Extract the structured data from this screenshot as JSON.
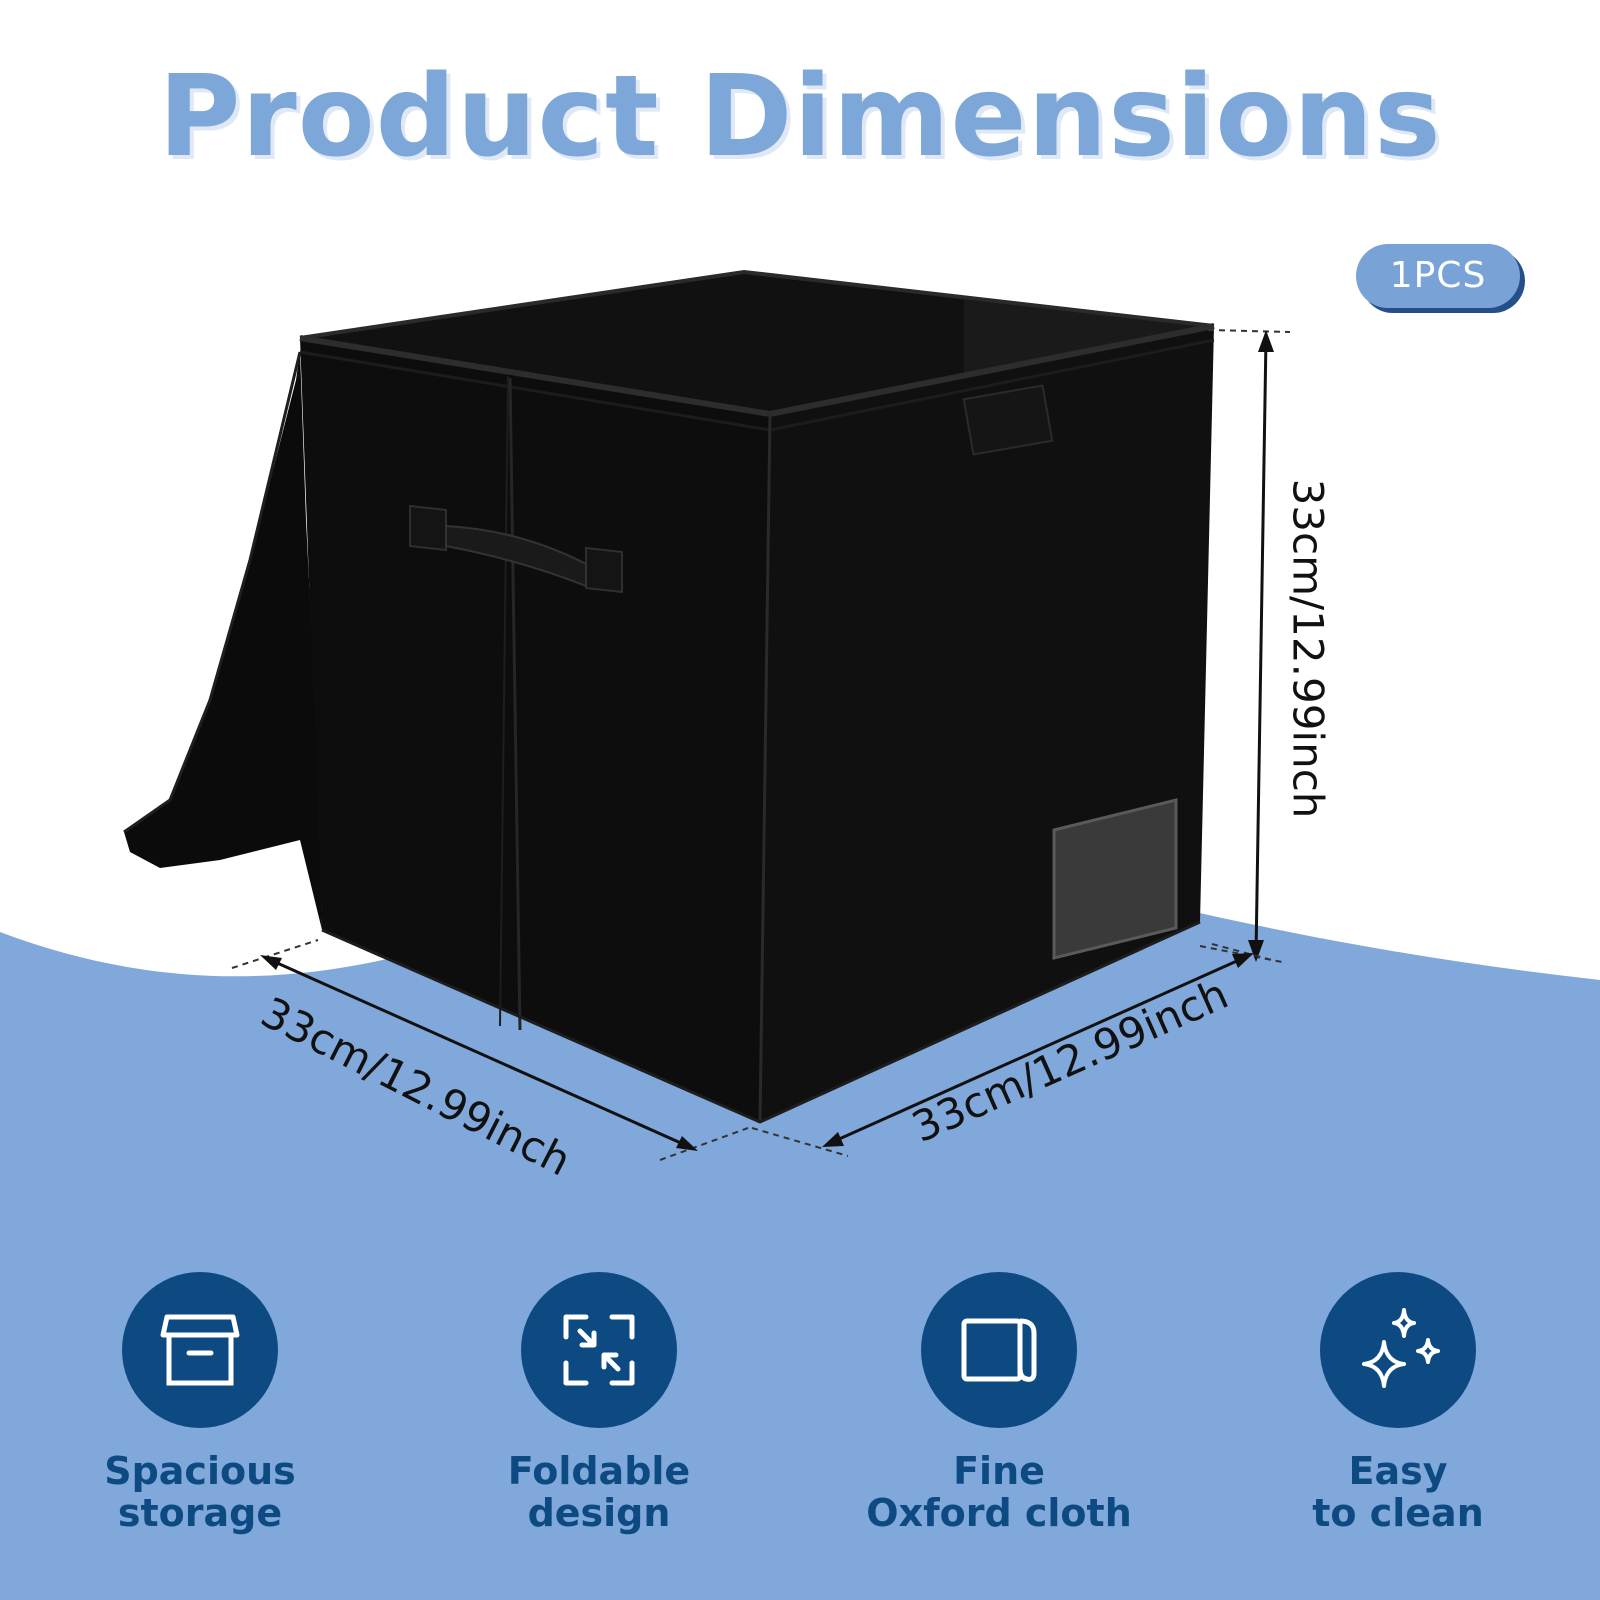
{
  "title": "Product Dimensions",
  "badge": "1PCS",
  "dimensions": {
    "height": "33cm/12.99inch",
    "length": "33cm/12.99inch",
    "width": "33cm/12.99inch"
  },
  "features": [
    {
      "icon": "box-icon",
      "label": "Spacious\nstorage"
    },
    {
      "icon": "fold-arrows-icon",
      "label": "Foldable\ndesign"
    },
    {
      "icon": "fabric-roll-icon",
      "label": "Fine\nOxford cloth"
    },
    {
      "icon": "sparkle-icon",
      "label": "Easy\nto clean"
    }
  ],
  "colors": {
    "accent": "#7ea7d9",
    "background_wave": "#80a8da",
    "icon_circle": "#0d4a82",
    "box": "#111111"
  }
}
